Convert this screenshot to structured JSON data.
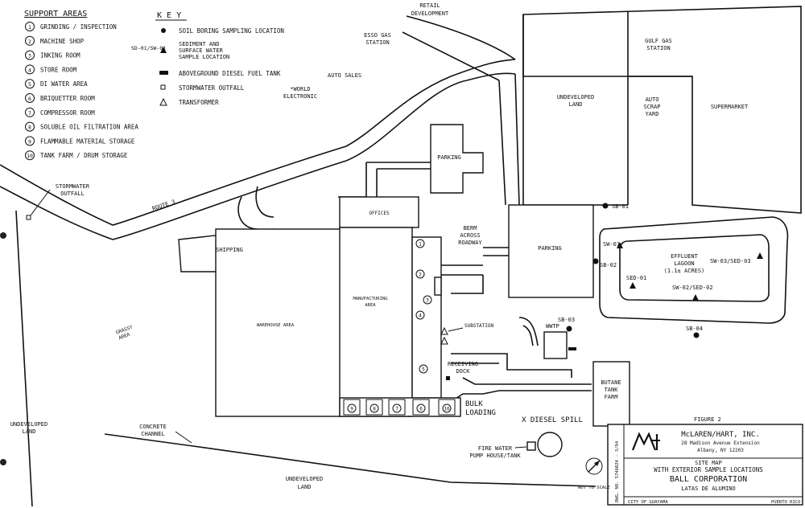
{
  "legend": {
    "support_title": "SUPPORT AREAS",
    "support_areas": [
      {
        "num": "1",
        "label": "GRINDING / INSPECTION"
      },
      {
        "num": "2",
        "label": "MACHINE SHOP"
      },
      {
        "num": "3",
        "label": "INKING ROOM"
      },
      {
        "num": "4",
        "label": "STORE ROOM"
      },
      {
        "num": "5",
        "label": "DI WATER AREA"
      },
      {
        "num": "6",
        "label": "BRIQUETTER ROOM"
      },
      {
        "num": "7",
        "label": "COMPRESSOR ROOM"
      },
      {
        "num": "8",
        "label": "SOLUBLE OIL FILTRATION AREA"
      },
      {
        "num": "9",
        "label": "FLAMMABLE MATERIAL STORAGE"
      },
      {
        "num": "10",
        "label": "TANK FARM / DRUM STORAGE"
      }
    ],
    "key_title": "K E Y",
    "key_items": [
      {
        "symbol": "dot",
        "prefix": "",
        "label": "SOIL BORING SAMPLING LOCATION"
      },
      {
        "symbol": "triangle-filled",
        "prefix": "SD-01/SW-01",
        "label": "SEDIMENT AND SURFACE WATER SAMPLE LOCATION"
      },
      {
        "symbol": "tank",
        "prefix": "",
        "label": "ABOVEGROUND DIESEL FUEL TANK"
      },
      {
        "symbol": "square",
        "prefix": "",
        "label": "STORMWATER OUTFALL"
      },
      {
        "symbol": "triangle-open",
        "prefix": "",
        "label": "TRANSFORMER"
      }
    ]
  },
  "map": {
    "retail": "RETAIL DEVELOPMENT",
    "esso": "ESSO GAS STATION",
    "auto_sales": "AUTO SALES",
    "world_electronic": "WORLD ELECTRONIC",
    "undeveloped_land_ne": "UNDEVELOPED LAND",
    "gulf": "GULF GAS STATION",
    "auto_scrap": "AUTO SCRAP YARD",
    "supermarket": "SUPERMARKET",
    "parking_n": "PARKING",
    "stormwater_outfall": "STORMWATER OUTFALL",
    "route": "ROUTE 3",
    "offices": "OFFICES",
    "shipping": "SHIPPING",
    "warehouse": "WAREHOUSE AREA",
    "manufacturing": "MANUFACTURING AREA",
    "berm": "BERM ACROSS ROADWAY",
    "parking_e": "PARKING",
    "grassy": "GRASSY AREA",
    "substation": "SUBSTATION",
    "wwtp": "WWTP",
    "receiving": "RECEIVING DOCK",
    "bulk": "BULK LOADING",
    "diesel_spill": "X DIESEL SPILL",
    "butane": "BUTANE TANK FARM",
    "fire_water": "FIRE WATER PUMP HOUSE/TANK",
    "undeveloped_sw": "UNDEVELOPED LAND",
    "concrete": "CONCRETE CHANNEL",
    "undeveloped_s": "UNDEVELOPED LAND",
    "lagoon": "EFFLUENT LAGOON (1.1± ACRES)",
    "sb01": "SB-01",
    "sb02": "SB-02",
    "sb03": "SB-03",
    "sb04": "SB-04",
    "sw01": "SW-01",
    "sed01": "SED-01",
    "sw02": "SW-02/SED-02",
    "sw03": "SW-03/SED-03",
    "rooms_col": [
      "1",
      "2",
      "3",
      "4",
      "5"
    ],
    "rooms_row": [
      "9",
      "8",
      "7",
      "6",
      "10"
    ]
  },
  "titleblock": {
    "figure": "FIGURE 2",
    "company": "McLAREN/HART, INC.",
    "address1": "28 Madison Avenue Extension",
    "address2": "Albany, NY 12203",
    "title1": "SITE MAP",
    "title2": "WITH EXTERIOR SAMPLE LOCATIONS",
    "client": "BALL CORPORATION",
    "project": "LATAS DE ALUMINO",
    "city": "CITY OF GUAYAMA",
    "state": "PUERTO RICO",
    "scale": "NOT TO SCALE",
    "dwg": "DWG. NO. 5746024 - 3/94"
  }
}
